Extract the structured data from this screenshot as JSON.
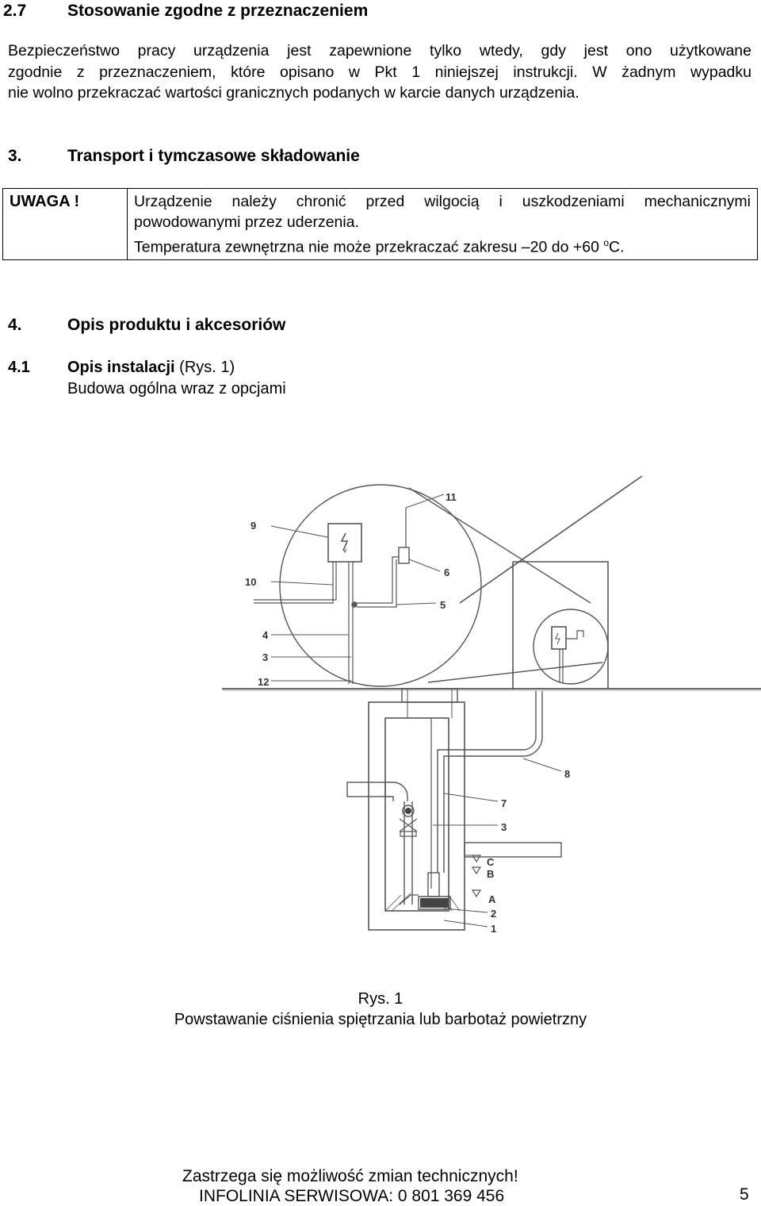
{
  "section_2_7": {
    "number": "2.7",
    "title": "Stosowanie zgodne z przeznaczeniem",
    "lines": [
      "Bezpieczeństwo pracy urządzenia jest zapewnione tylko wtedy, gdy jest ono użytkowane",
      "zgodnie z przeznaczeniem, które opisano w Pkt 1 niniejszej instrukcji. W żadnym wypadku",
      "nie wolno przekraczać wartości granicznych podanych w karcie danych urządzenia."
    ]
  },
  "section_3": {
    "number": "3.",
    "title": "Transport i tymczasowe składowanie"
  },
  "warning": {
    "label": "UWAGA !",
    "line1": "Urządzenie należy chronić przed wilgocią i uszkodzeniami mechanicznymi",
    "line2": "powodowanymi przez uderzenia.",
    "line3_before": "Temperatura zewnętrzna nie może przekraczać zakresu –20 do +60 ",
    "line3_sup": "o",
    "line3_after": "C."
  },
  "section_4": {
    "number": "4.",
    "title": "Opis produktu i akcesoriów"
  },
  "section_4_1": {
    "number": "4.1",
    "title_bold": "Opis instalacji",
    "title_ref": " (Rys. 1)",
    "subtitle": "Budowa ogólna wraz z opcjami"
  },
  "figure": {
    "labels": {
      "l11": "11",
      "l9": "9",
      "l6": "6",
      "l10": "10",
      "l5": "5",
      "l4": "4",
      "l3a": "3",
      "l12": "12",
      "l8": "8",
      "l7": "7",
      "l3b": "3",
      "lC": "C",
      "lB": "B",
      "lA": "A",
      "l2": "2",
      "l1": "1"
    },
    "caption": "Rys. 1",
    "caption2": "Powstawanie ciśnienia spiętrzania lub barbotaż powietrzny"
  },
  "footer": {
    "line1": "Zastrzega się możliwość zmian technicznych!",
    "line2": "INFOLINIA SERWISOWA: 0 801 369 456",
    "page": "5"
  }
}
